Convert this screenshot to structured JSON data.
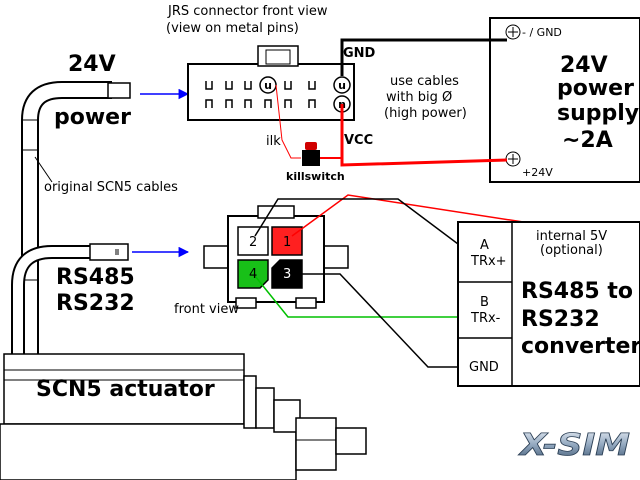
{
  "header": {
    "connector_title": "JRS  connector front view",
    "connector_subtitle": "(view on metal pins)"
  },
  "power_cable": {
    "voltage": "24V",
    "label": "power"
  },
  "pins": {
    "gnd": "GND",
    "vcc": "VCC",
    "ilk": "ilk",
    "killswitch": "killswitch",
    "u_symbol": "u",
    "n_symbol": "n"
  },
  "cable_note": {
    "line1": "use cables",
    "line2": "with big Ø",
    "line3": "(high power)"
  },
  "power_supply": {
    "minus_label": "- / GND",
    "plus_label": "+24V",
    "line1": "24V",
    "line2": "power",
    "line3": "supply",
    "line4": "~2A"
  },
  "cables_label": "original SCN5 cables",
  "serial_cable": {
    "line1": "RS485",
    "line2": "RS232"
  },
  "serial_connector": {
    "front_view": "front view",
    "pin1": "1",
    "pin2": "2",
    "pin3": "3",
    "pin4": "4"
  },
  "converter": {
    "internal_line1": "internal 5V",
    "internal_line2": "(optional)",
    "a_label": "A",
    "a_sub": "TRx+",
    "b_label": "B",
    "b_sub": "TRx-",
    "gnd_label": "GND",
    "line1": "RS485 to",
    "line2": "RS232",
    "line3": "converter"
  },
  "actuator_label": "SCN5 actuator",
  "logo_text": "X-SIM",
  "colors": {
    "red_wire": "#ff0000",
    "green_wire": "#00c000",
    "black_wire": "#000000",
    "blue_arrow": "#0000ff",
    "pin1_fill": "#ff2020",
    "pin4_fill": "#18c018",
    "pin3_fill": "#000000"
  }
}
